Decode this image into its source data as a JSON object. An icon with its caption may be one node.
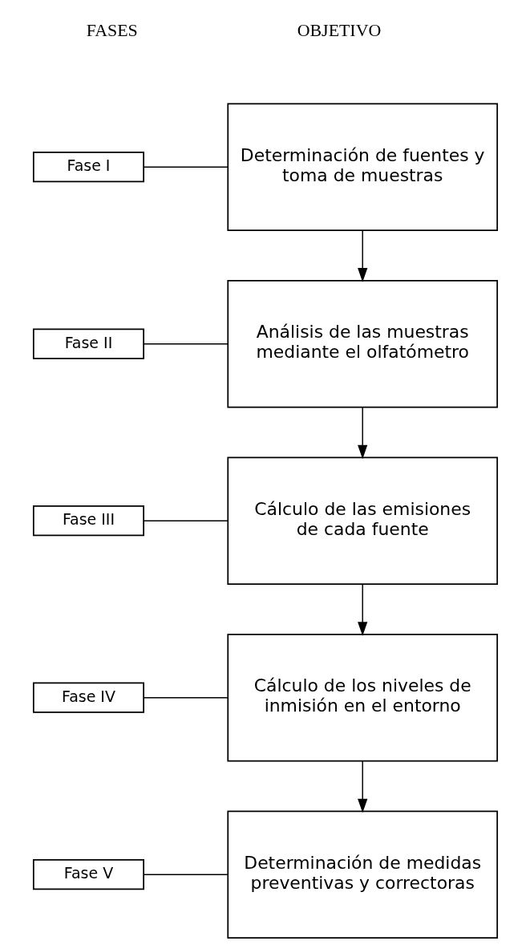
{
  "diagram": {
    "nodes": [
      {
        "text": [
          "Fase I"
        ]
      },
      {
        "text": [
          "Determinación de fuentes y toma de muestras"
        ]
      },
      {
        "text": [
          "Fase II"
        ]
      },
      {
        "text": [
          "Análisis de las muestras mediante el olfatómetro"
        ]
      },
      {
        "text": [
          "Fase III"
        ]
      },
      {
        "text": [
          "Cálculo de las emisiones de cada fuente"
        ]
      },
      {
        "text": [
          "Fase IV"
        ]
      },
      {
        "text": [
          "Cálculo de los niveles de inmisión en el entorno"
        ]
      },
      {
        "text": [
          "Fase V"
        ]
      },
      {
        "text": [
          "Determinación de medidas preventivas y correctoras"
        ]
      }
    ],
    "edges": [
      {
        "from": 0,
        "to": 1,
        "arrow": "none"
      },
      {
        "from": 1,
        "to": 3,
        "arrow": "to"
      },
      {
        "from": 2,
        "to": 3,
        "arrow": "none"
      },
      {
        "from": 3,
        "to": 5,
        "arrow": "to"
      },
      {
        "from": 4,
        "to": 5,
        "arrow": "none"
      },
      {
        "from": 5,
        "to": 7,
        "arrow": "to"
      },
      {
        "from": 6,
        "to": 7,
        "arrow": "none"
      },
      {
        "from": 7,
        "to": 9,
        "arrow": "to"
      },
      {
        "from": 8,
        "to": 9,
        "arrow": "none"
      }
    ],
    "labels": [
      "FASES",
      "OBJETIVO"
    ]
  }
}
